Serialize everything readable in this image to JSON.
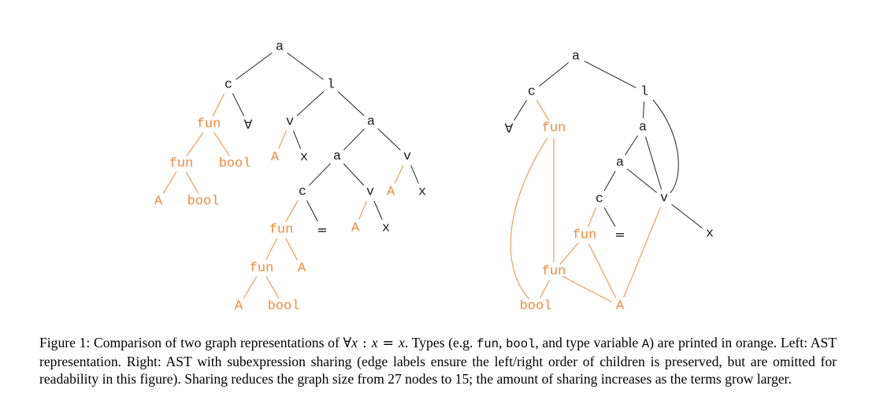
{
  "colors": {
    "type": "#f08a3c",
    "term": "#222222",
    "edge": "#222222"
  },
  "left_tree": {
    "nodes": [
      {
        "id": "L1",
        "label": "a",
        "kind": "term"
      },
      {
        "id": "L2",
        "label": "c",
        "kind": "term"
      },
      {
        "id": "L3",
        "label": "l",
        "kind": "term"
      },
      {
        "id": "L4",
        "label": "fun",
        "kind": "type"
      },
      {
        "id": "L5",
        "label": "∀",
        "kind": "sym"
      },
      {
        "id": "L6",
        "label": "fun",
        "kind": "type"
      },
      {
        "id": "L7",
        "label": "bool",
        "kind": "type"
      },
      {
        "id": "L8",
        "label": "A",
        "kind": "type"
      },
      {
        "id": "L9",
        "label": "bool",
        "kind": "type"
      },
      {
        "id": "L10",
        "label": "v",
        "kind": "term"
      },
      {
        "id": "L11",
        "label": "A",
        "kind": "type"
      },
      {
        "id": "L12",
        "label": "x",
        "kind": "term"
      },
      {
        "id": "L13",
        "label": "a",
        "kind": "term"
      },
      {
        "id": "L14",
        "label": "a",
        "kind": "term"
      },
      {
        "id": "L15",
        "label": "v",
        "kind": "term"
      },
      {
        "id": "L16",
        "label": "A",
        "kind": "type"
      },
      {
        "id": "L17",
        "label": "x",
        "kind": "term"
      },
      {
        "id": "L18",
        "label": "c",
        "kind": "term"
      },
      {
        "id": "L19",
        "label": "v",
        "kind": "term"
      },
      {
        "id": "L20",
        "label": "A",
        "kind": "type"
      },
      {
        "id": "L21",
        "label": "x",
        "kind": "term"
      },
      {
        "id": "L22",
        "label": "fun",
        "kind": "type"
      },
      {
        "id": "L23",
        "label": "=",
        "kind": "sym"
      },
      {
        "id": "L24",
        "label": "fun",
        "kind": "type"
      },
      {
        "id": "L25",
        "label": "A",
        "kind": "type"
      },
      {
        "id": "L26",
        "label": "A",
        "kind": "type"
      },
      {
        "id": "L27",
        "label": "bool",
        "kind": "type"
      }
    ]
  },
  "right_graph": {
    "nodes": [
      {
        "id": "R1",
        "label": "a",
        "kind": "term"
      },
      {
        "id": "R2",
        "label": "c",
        "kind": "term"
      },
      {
        "id": "R3",
        "label": "l",
        "kind": "term"
      },
      {
        "id": "R4",
        "label": "∀",
        "kind": "sym"
      },
      {
        "id": "R5",
        "label": "fun",
        "kind": "type"
      },
      {
        "id": "R6",
        "label": "a",
        "kind": "term"
      },
      {
        "id": "R7",
        "label": "a",
        "kind": "term"
      },
      {
        "id": "R8",
        "label": "c",
        "kind": "term"
      },
      {
        "id": "R9",
        "label": "v",
        "kind": "term"
      },
      {
        "id": "R10",
        "label": "fun",
        "kind": "type"
      },
      {
        "id": "R11",
        "label": "=",
        "kind": "sym"
      },
      {
        "id": "R12",
        "label": "x",
        "kind": "term"
      },
      {
        "id": "R13",
        "label": "fun",
        "kind": "type"
      },
      {
        "id": "R14",
        "label": "bool",
        "kind": "type"
      },
      {
        "id": "R15",
        "label": "A",
        "kind": "type"
      }
    ]
  },
  "caption": {
    "p1": "Figure 1: Comparison of two graph representations of ",
    "forall": "∀",
    "var1": "x",
    "colon": " : ",
    "var2": "x",
    "eq": " = ",
    "var3": "x",
    "p2": ". Types (e.g. ",
    "code1": "fun",
    "p3": ", ",
    "code2": "bool",
    "p4": ", and type variable ",
    "code3": "A",
    "p5": ") are printed in orange. Left: AST representation. Right: AST with subexpression sharing (edge labels ensure the left/right order of children is preserved, but are omitted for readability in this figure). Sharing reduces the graph size from 27 nodes to 15; the amount of sharing increases as the terms grow larger."
  }
}
